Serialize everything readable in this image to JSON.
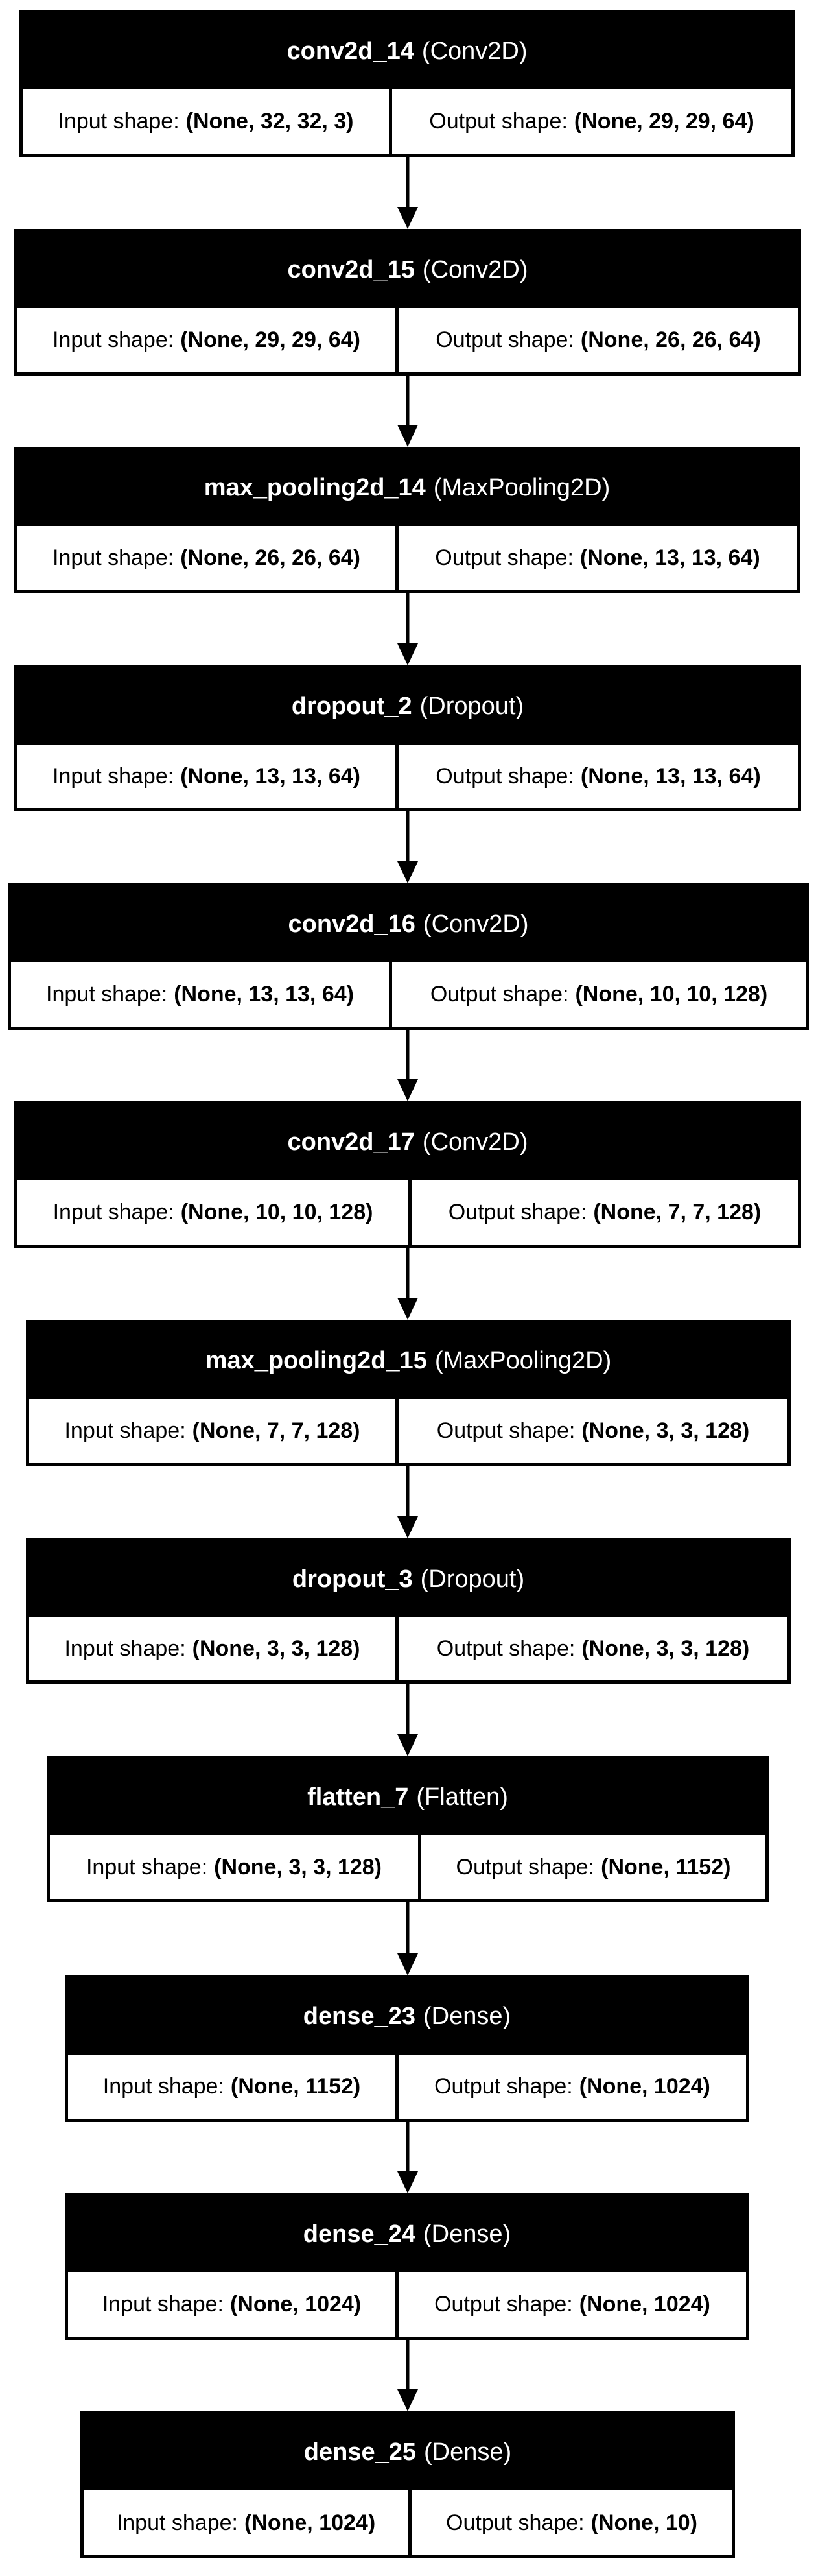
{
  "diagram": {
    "input_label": "Input shape:",
    "output_label": "Output shape:",
    "layers": [
      {
        "name": "conv2d_14",
        "type": "(Conv2D)",
        "input_shape": "(None, 32, 32, 3)",
        "output_shape": "(None, 29, 29, 64)"
      },
      {
        "name": "conv2d_15",
        "type": "(Conv2D)",
        "input_shape": "(None, 29, 29, 64)",
        "output_shape": "(None, 26, 26, 64)"
      },
      {
        "name": "max_pooling2d_14",
        "type": "(MaxPooling2D)",
        "input_shape": "(None, 26, 26, 64)",
        "output_shape": "(None, 13, 13, 64)"
      },
      {
        "name": "dropout_2",
        "type": "(Dropout)",
        "input_shape": "(None, 13, 13, 64)",
        "output_shape": "(None, 13, 13, 64)"
      },
      {
        "name": "conv2d_16",
        "type": "(Conv2D)",
        "input_shape": "(None, 13, 13, 64)",
        "output_shape": "(None, 10, 10, 128)"
      },
      {
        "name": "conv2d_17",
        "type": "(Conv2D)",
        "input_shape": "(None, 10, 10, 128)",
        "output_shape": "(None, 7, 7, 128)"
      },
      {
        "name": "max_pooling2d_15",
        "type": "(MaxPooling2D)",
        "input_shape": "(None, 7, 7, 128)",
        "output_shape": "(None, 3, 3, 128)"
      },
      {
        "name": "dropout_3",
        "type": "(Dropout)",
        "input_shape": "(None, 3, 3, 128)",
        "output_shape": "(None, 3, 3, 128)"
      },
      {
        "name": "flatten_7",
        "type": "(Flatten)",
        "input_shape": "(None, 3, 3, 128)",
        "output_shape": "(None, 1152)"
      },
      {
        "name": "dense_23",
        "type": "(Dense)",
        "input_shape": "(None, 1152)",
        "output_shape": "(None, 1024)"
      },
      {
        "name": "dense_24",
        "type": "(Dense)",
        "input_shape": "(None, 1024)",
        "output_shape": "(None, 1024)"
      },
      {
        "name": "dense_25",
        "type": "(Dense)",
        "input_shape": "(None, 1024)",
        "output_shape": "(None, 10)"
      }
    ]
  }
}
